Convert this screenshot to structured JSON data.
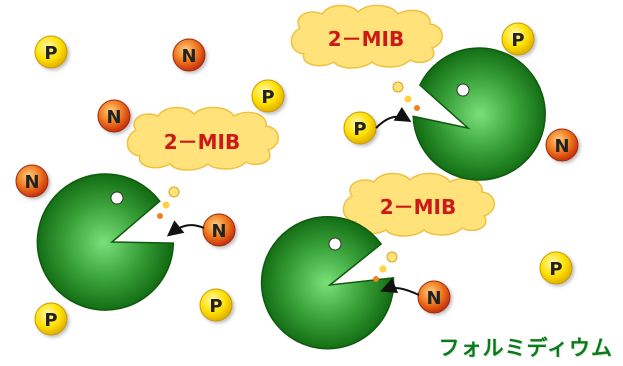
{
  "labels": {
    "phosphorus": "P",
    "nitrogen": "N",
    "compound": "2－MIB",
    "organism": "フォルミディウム"
  },
  "colors": {
    "phosphorus_fill": "#ffe100",
    "nitrogen_fill": "#e8501a",
    "cloud_fill": "#ffe27a",
    "cloud_text": "#cc1a1a",
    "organism_dark": "#1f7a1f",
    "organism_light": "#6fd16f",
    "caption": "#0c7a1c"
  },
  "icons": [
    "arrow-icon"
  ]
}
